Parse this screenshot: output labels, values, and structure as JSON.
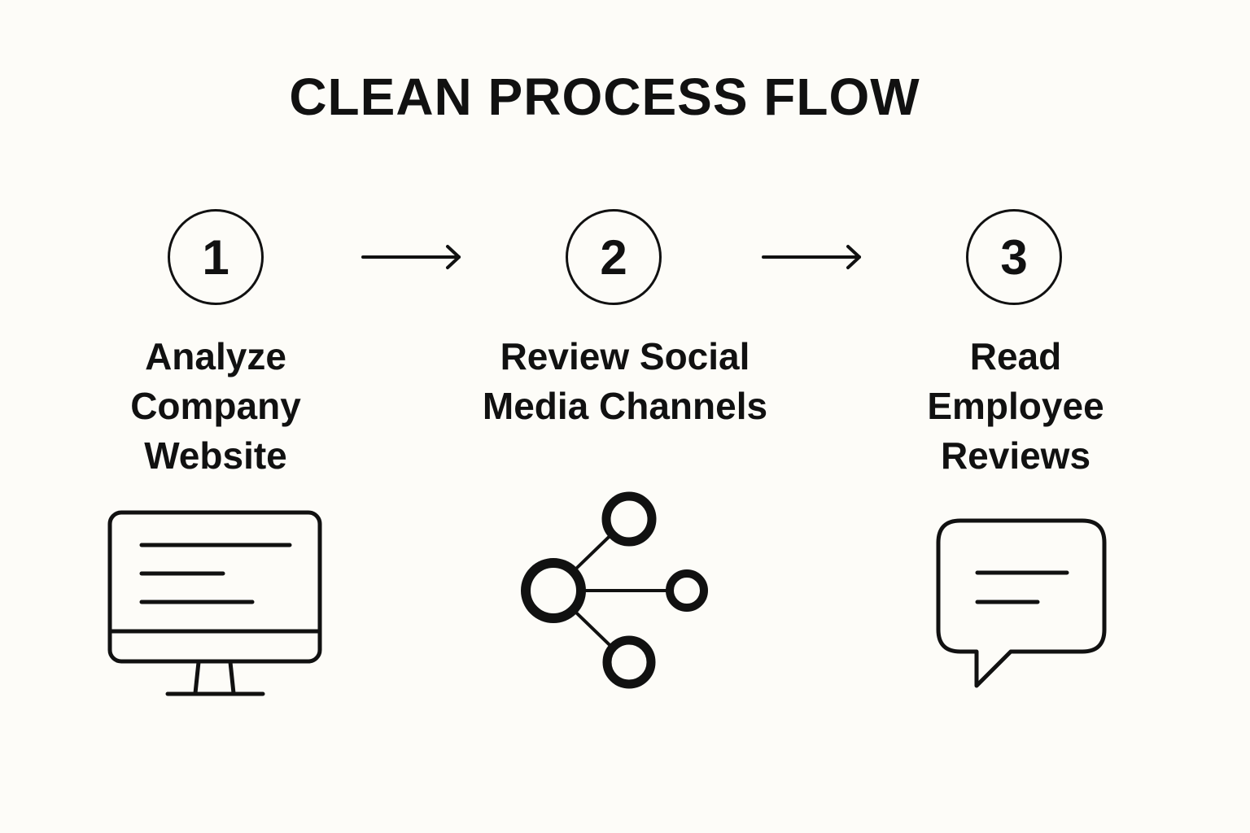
{
  "title": "CLEAN PROCESS FLOW",
  "steps": [
    {
      "number": "1",
      "label_lines": [
        "Analyze",
        "Company",
        "Website"
      ],
      "icon": "monitor-icon"
    },
    {
      "number": "2",
      "label_lines": [
        "Review Social",
        "Media Channels"
      ],
      "icon": "share-network-icon"
    },
    {
      "number": "3",
      "label_lines": [
        "Read",
        "Employee",
        "Reviews"
      ],
      "icon": "speech-bubble-icon"
    }
  ],
  "connectors": [
    "arrow-right-icon",
    "arrow-right-icon"
  ]
}
